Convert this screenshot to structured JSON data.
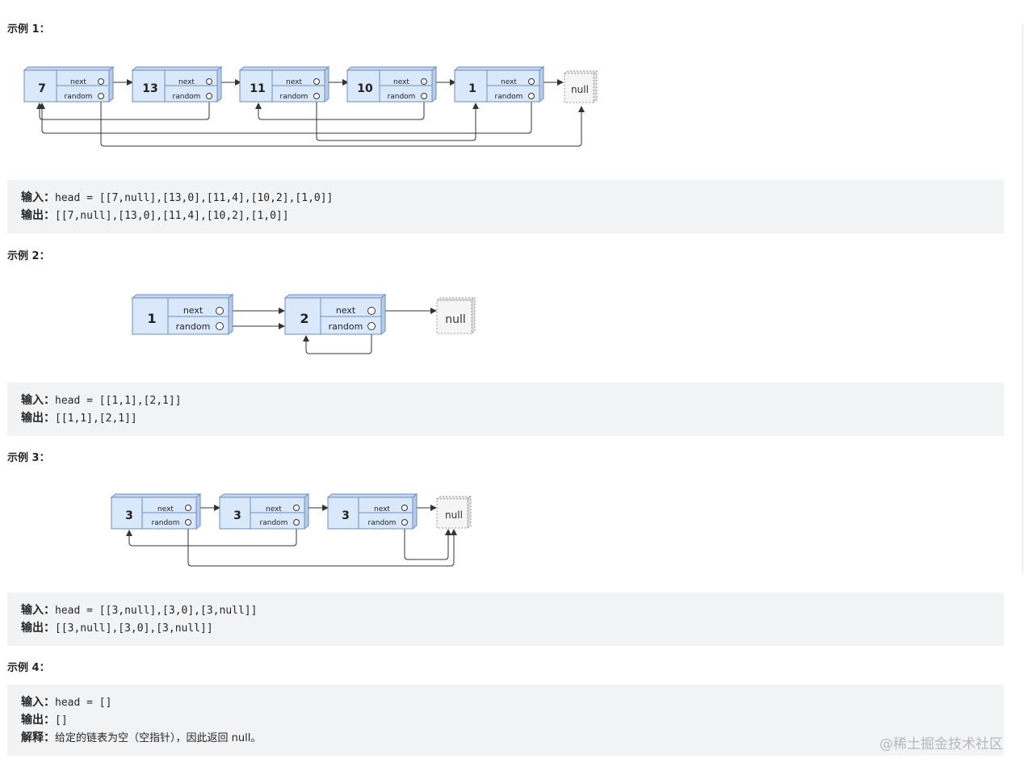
{
  "examples": [
    {
      "heading": "示例 1：",
      "diagram": {
        "nodes": [
          "7",
          "13",
          "11",
          "10",
          "1"
        ],
        "next_label": "next",
        "random_label": "random",
        "null_label": "null"
      },
      "input_label": "输入：",
      "input_value": "head = [[7,null],[13,0],[11,4],[10,2],[1,0]]",
      "output_label": "输出：",
      "output_value": "[[7,null],[13,0],[11,4],[10,2],[1,0]]"
    },
    {
      "heading": "示例 2：",
      "diagram": {
        "nodes": [
          "1",
          "2"
        ],
        "next_label": "next",
        "random_label": "random",
        "null_label": "null"
      },
      "input_label": "输入：",
      "input_value": "head = [[1,1],[2,1]]",
      "output_label": "输出：",
      "output_value": "[[1,1],[2,1]]"
    },
    {
      "heading": "示例 3：",
      "diagram": {
        "nodes": [
          "3",
          "3",
          "3"
        ],
        "next_label": "next",
        "random_label": "random",
        "null_label": "null"
      },
      "input_label": "输入：",
      "input_value": "head = [[3,null],[3,0],[3,null]]",
      "output_label": "输出：",
      "output_value": "[[3,null],[3,0],[3,null]]"
    },
    {
      "heading": "示例 4：",
      "input_label": "输入：",
      "input_value": "head = []",
      "output_label": "输出：",
      "output_value": "[]",
      "explain_label": "解释：",
      "explain_value": "给定的链表为空（空指针），因此返回 null。"
    }
  ],
  "watermark": "@稀土掘金技术社区",
  "colors": {
    "node_fill": "#dae8fc",
    "node_stroke": "#6c8ebf",
    "null_fill": "#f5f5f5",
    "null_stroke": "#999999",
    "code_bg": "#f2f3f5",
    "arrow": "#333333"
  }
}
